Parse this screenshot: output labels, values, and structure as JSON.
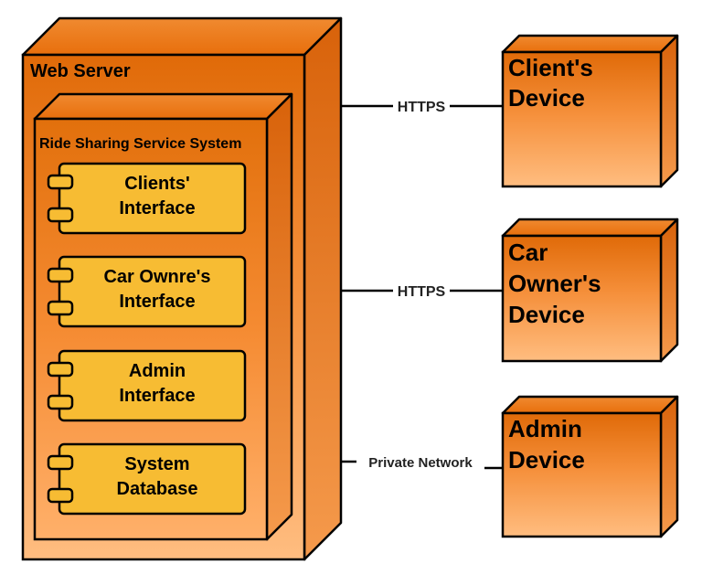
{
  "web_server": {
    "title": "Web Server",
    "system": {
      "title": "Ride Sharing Service System",
      "components": [
        {
          "line1": "Clients'",
          "line2": "Interface"
        },
        {
          "line1": "Car Ownre's",
          "line2": "Interface"
        },
        {
          "line1": "Admin",
          "line2": "Interface"
        },
        {
          "line1": "System",
          "line2": "Database"
        }
      ]
    }
  },
  "devices": [
    {
      "lines": [
        "Client's",
        "Device"
      ]
    },
    {
      "lines": [
        "Car",
        "Owner's",
        "Device"
      ]
    },
    {
      "lines": [
        "Admin",
        "Device"
      ]
    }
  ],
  "connections": [
    {
      "label": "HTTPS"
    },
    {
      "label": "HTTPS"
    },
    {
      "label": "Private Network"
    }
  ],
  "colors": {
    "node_top": "#e06a08",
    "node_bottom": "#ffb36b",
    "node_dark": "#c85e0a",
    "component_fill": "#f7bc33",
    "stroke": "#000000"
  }
}
